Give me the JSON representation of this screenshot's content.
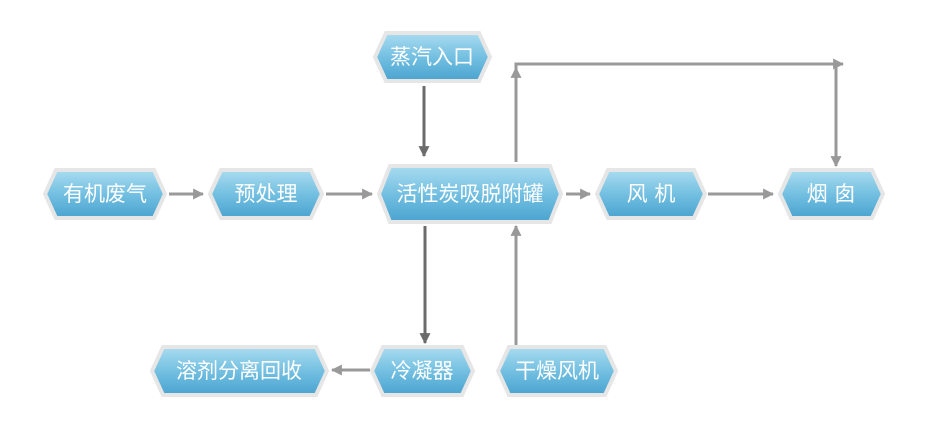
{
  "colors": {
    "node_fill_top": "#a9dcf0",
    "node_fill_bottom": "#4aa3cf",
    "node_border": "#e6e6e6",
    "arrow_light": "#999999",
    "arrow_dark": "#6b6b6b"
  },
  "nodes": {
    "steam_inlet": "蒸汽入口",
    "organic_waste_gas": "有机废气",
    "pretreatment": "预处理",
    "activated_carbon_tank": "活性炭吸脱附罐",
    "fan": "风 机",
    "chimney": "烟 囱",
    "solvent_recovery": "溶剂分离回收",
    "condenser": "冷凝器",
    "drying_fan": "干燥风机"
  }
}
